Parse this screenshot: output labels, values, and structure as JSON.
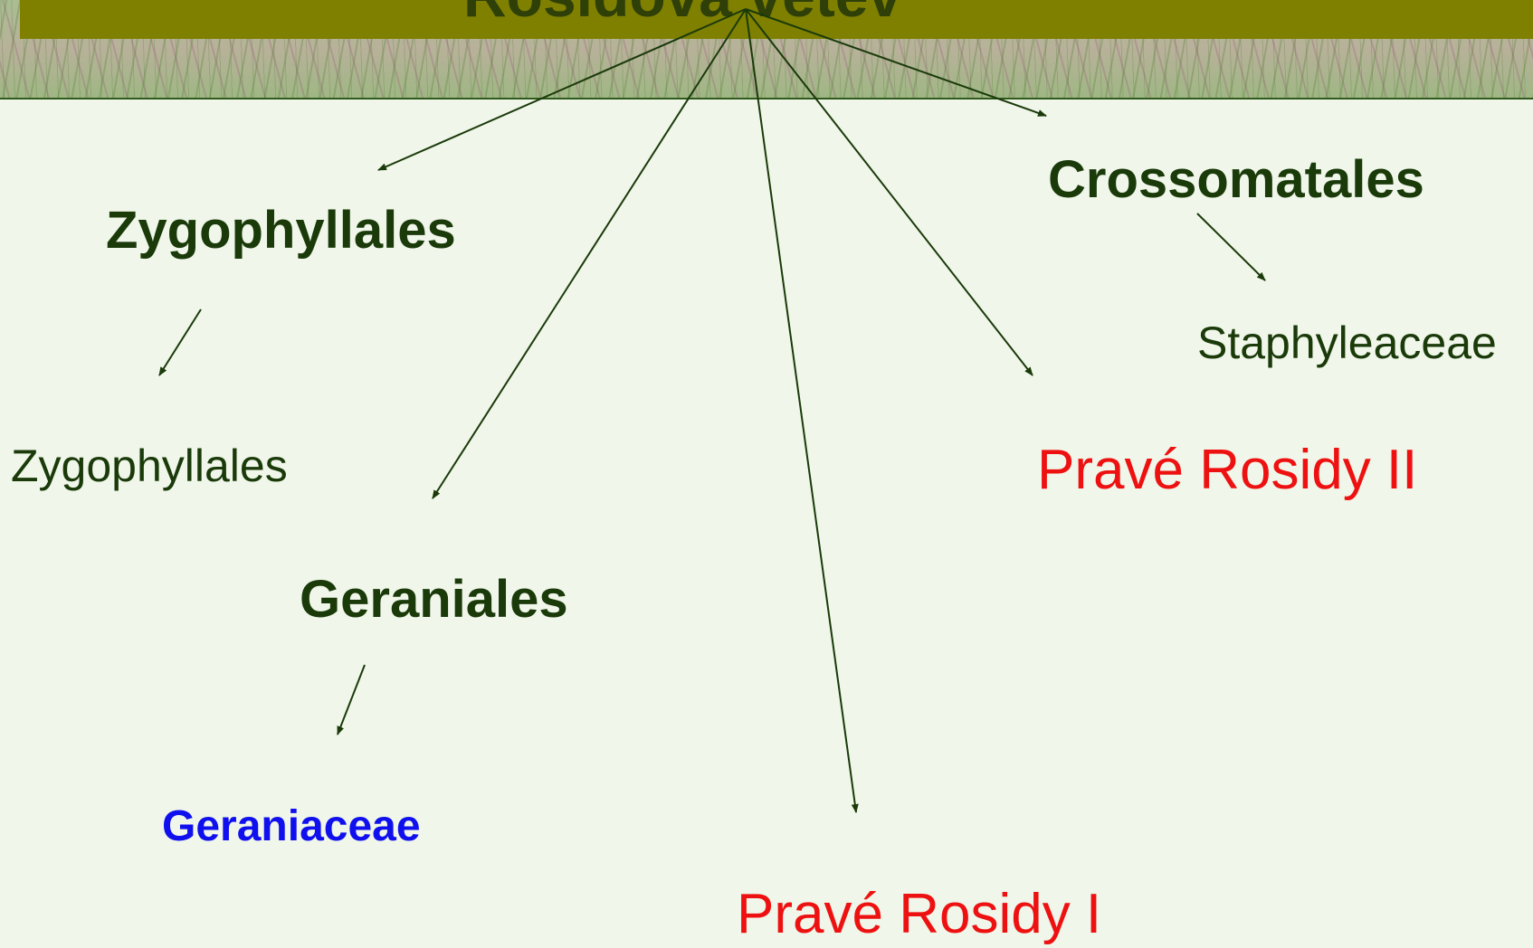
{
  "header": {
    "title": "Rosidová větev"
  },
  "nodes": {
    "zygophyllales_order": "Zygophyllales",
    "zygophyllales_family": "Zygophyllales",
    "geraniales_order": "Geraniales",
    "geraniaceae_family": "Geraniaceae",
    "crossomatales_order": "Crossomatales",
    "staphyleaceae_family": "Staphyleaceae",
    "rosids_two": "Pravé Rosidy II",
    "rosids_one": "Pravé Rosidy I"
  },
  "colors": {
    "text": "#1a3a0a",
    "title_bar": "#7f7f00",
    "red": "#ee1111",
    "blue": "#1010ee",
    "background": "#f0f6e9"
  }
}
